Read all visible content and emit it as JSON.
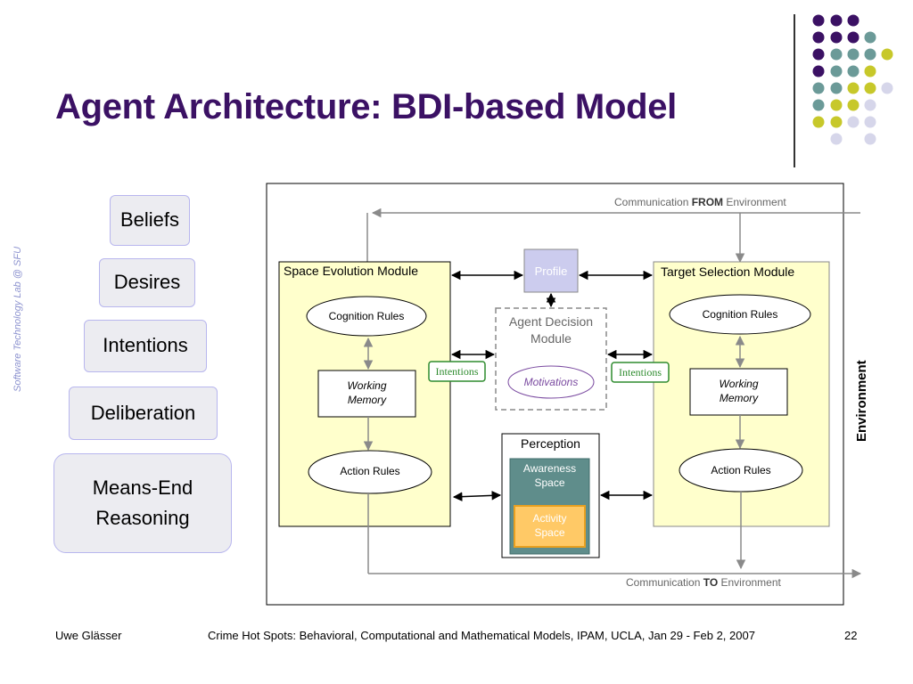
{
  "slide": {
    "title": "Agent Architecture: BDI-based Model",
    "side_label": "Software Technology Lab @ SFU",
    "slide_number": "22"
  },
  "bdi_stack": {
    "beliefs": "Beliefs",
    "desires": "Desires",
    "intentions": "Intentions",
    "deliberation": "Deliberation",
    "means_end_line1": "Means-End",
    "means_end_line2": "Reasoning"
  },
  "diagram": {
    "comm_from_prefix": "Communication ",
    "comm_from_bold": "FROM",
    "comm_from_suffix": " Environment",
    "comm_to_prefix": "Communication ",
    "comm_to_bold": "TO",
    "comm_to_suffix": " Environment",
    "environment": "Environment",
    "space_evolution_module": "Space Evolution Module",
    "target_selection_module": "Target Selection Module",
    "profile": "Profile",
    "agent_decision_line1": "Agent Decision",
    "agent_decision_line2": "Module",
    "motivations": "Motivations",
    "intentions_left": "Intentions",
    "intentions_right": "Intentions",
    "cognition_rules_left": "Cognition Rules",
    "cognition_rules_right": "Cognition Rules",
    "working_memory_left_1": "Working",
    "working_memory_left_2": "Memory",
    "working_memory_right_1": "Working",
    "working_memory_right_2": "Memory",
    "action_rules_left": "Action Rules",
    "action_rules_right": "Action Rules",
    "perception": "Perception",
    "awareness_line1": "Awareness",
    "awareness_line2": "Space",
    "activity_line1": "Activity",
    "activity_line2": "Space"
  },
  "footer": {
    "author": "Uwe Glässer",
    "event": "Crime Hot Spots: Behavioral, Computational and Mathematical Models, IPAM, UCLA, Jan 29 - Feb 2, 2007"
  },
  "colors": {
    "title_purple": "#3b1164",
    "dot_purple": "#3b1164",
    "dot_teal": "#6b9a98",
    "dot_yellow": "#c7c82a",
    "dot_lavender": "#d6d6ea",
    "module_fill": "#ffffcc",
    "profile_fill": "#ccccee",
    "perception_teal": "#5f8d8b",
    "activity_orange": "#ffc966",
    "intentions_green": "#2e8b2e"
  }
}
